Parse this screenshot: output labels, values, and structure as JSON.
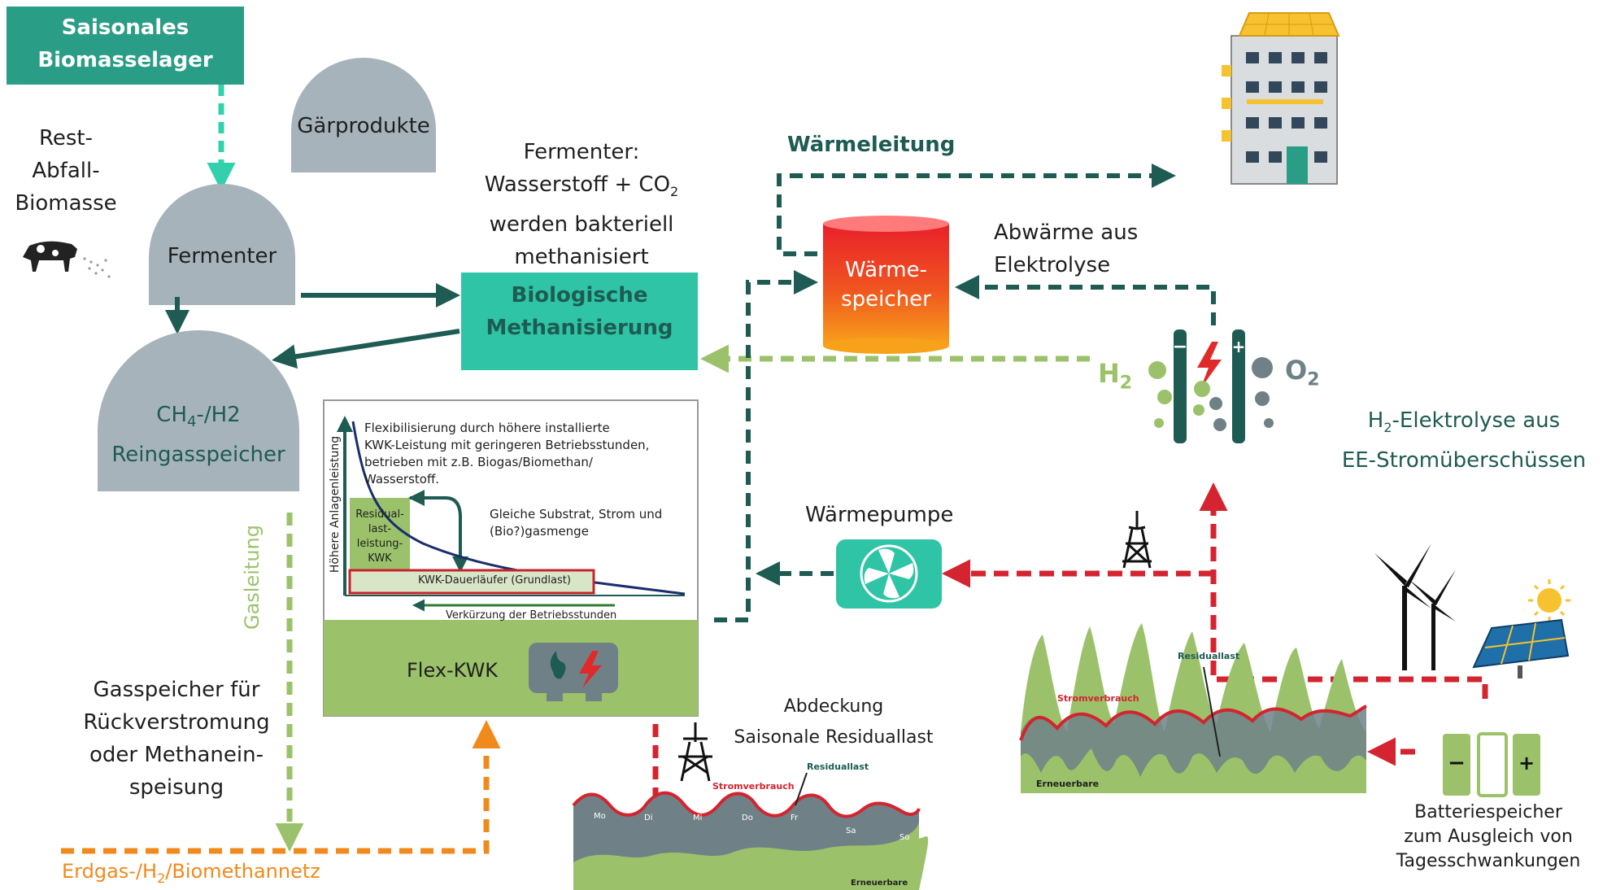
{
  "storage": {
    "biomass_store": "Saisonales Biomasselager",
    "waste_biomass": [
      "Rest-",
      "Abfall-",
      "Biomasse"
    ],
    "digestate": "Gärprodukte",
    "fermenter": "Fermenter",
    "gas_store_line1": "CH",
    "gas_store_sub": "4",
    "gas_store_line1_rest": "-/H2",
    "gas_store_line2": "Reingasspeicher"
  },
  "methanation": {
    "note_line1": "Fermenter:",
    "note_line2_a": "Wasserstoff + CO",
    "note_line2_sub": "2",
    "note_line3": "werden bakteriell",
    "note_line4": "methanisiert",
    "box_line1": "Biologische",
    "box_line2": "Methanisierung"
  },
  "heat": {
    "pipe_label": "Wärmeleitung",
    "storage_line1": "Wärme-",
    "storage_line2": "speicher",
    "waste_heat_line1": "Abwärme aus",
    "waste_heat_line2": "Elektrolyse",
    "heat_pump": "Wärmepumpe"
  },
  "electrolysis": {
    "h2_label": "H",
    "h2_sub": "2",
    "o2_label": "O",
    "o2_sub": "2",
    "caption_a": "H",
    "caption_sub": "2",
    "caption_b": "-Elektrolyse aus",
    "caption_line2": "EE-Stromüberschüssen"
  },
  "kwk_chart": {
    "title_lines": [
      "Flexibilisierung durch höhere installierte",
      "KWK-Leistung mit geringeren Betriebsstunden,",
      "betrieben mit z.B. Biogas/Biomethan/",
      "Wasserstoff."
    ],
    "y_axis_label": "Höhere Anlagenleistung",
    "residual_lines": [
      "Residual-",
      "last-",
      "leistung-",
      "KWK"
    ],
    "same_lines": [
      "Gleiche Substrat, Strom und",
      "(Bio?)gasmenge"
    ],
    "baseload": "KWK-Dauerläufer (Grundlast)",
    "x_axis_label": "Verkürzung der Betriebsstunden",
    "flex_label": "Flex-KWK"
  },
  "gas": {
    "pipe_label": "Gasleitung",
    "storage_lines": [
      "Gasspeicher für",
      "Rückverstromung",
      "oder Methanein-",
      "speisung"
    ],
    "grid_a": "Erdgas-/H",
    "grid_sub": "2",
    "grid_b": "/Biomethannetz"
  },
  "seasonal": {
    "caption_line1": "Abdeckung",
    "caption_line2": "Saisonale Residuallast",
    "consumption_label": "Stromverbrauch",
    "residual_label": "Residuallast",
    "renewables_label": "Erneuerbare",
    "days": [
      "Mo",
      "Di",
      "Mi",
      "Do",
      "Fr",
      "Sa",
      "So"
    ]
  },
  "daily": {
    "consumption_label": "Stromverbrauch",
    "residual_label": "Residuallast",
    "renewables_label": "Erneuerbare"
  },
  "battery": {
    "caption_lines": [
      "Batteriespeicher",
      "zum Ausgleich von",
      "Tagesschwankungen"
    ]
  },
  "colors": {
    "teal": "#2a9d86",
    "dark_teal": "#1e5b53",
    "gray": "#a7b3bb",
    "light_green": "#9bc26a",
    "red": "#d3242f",
    "orange": "#f08a1c"
  }
}
